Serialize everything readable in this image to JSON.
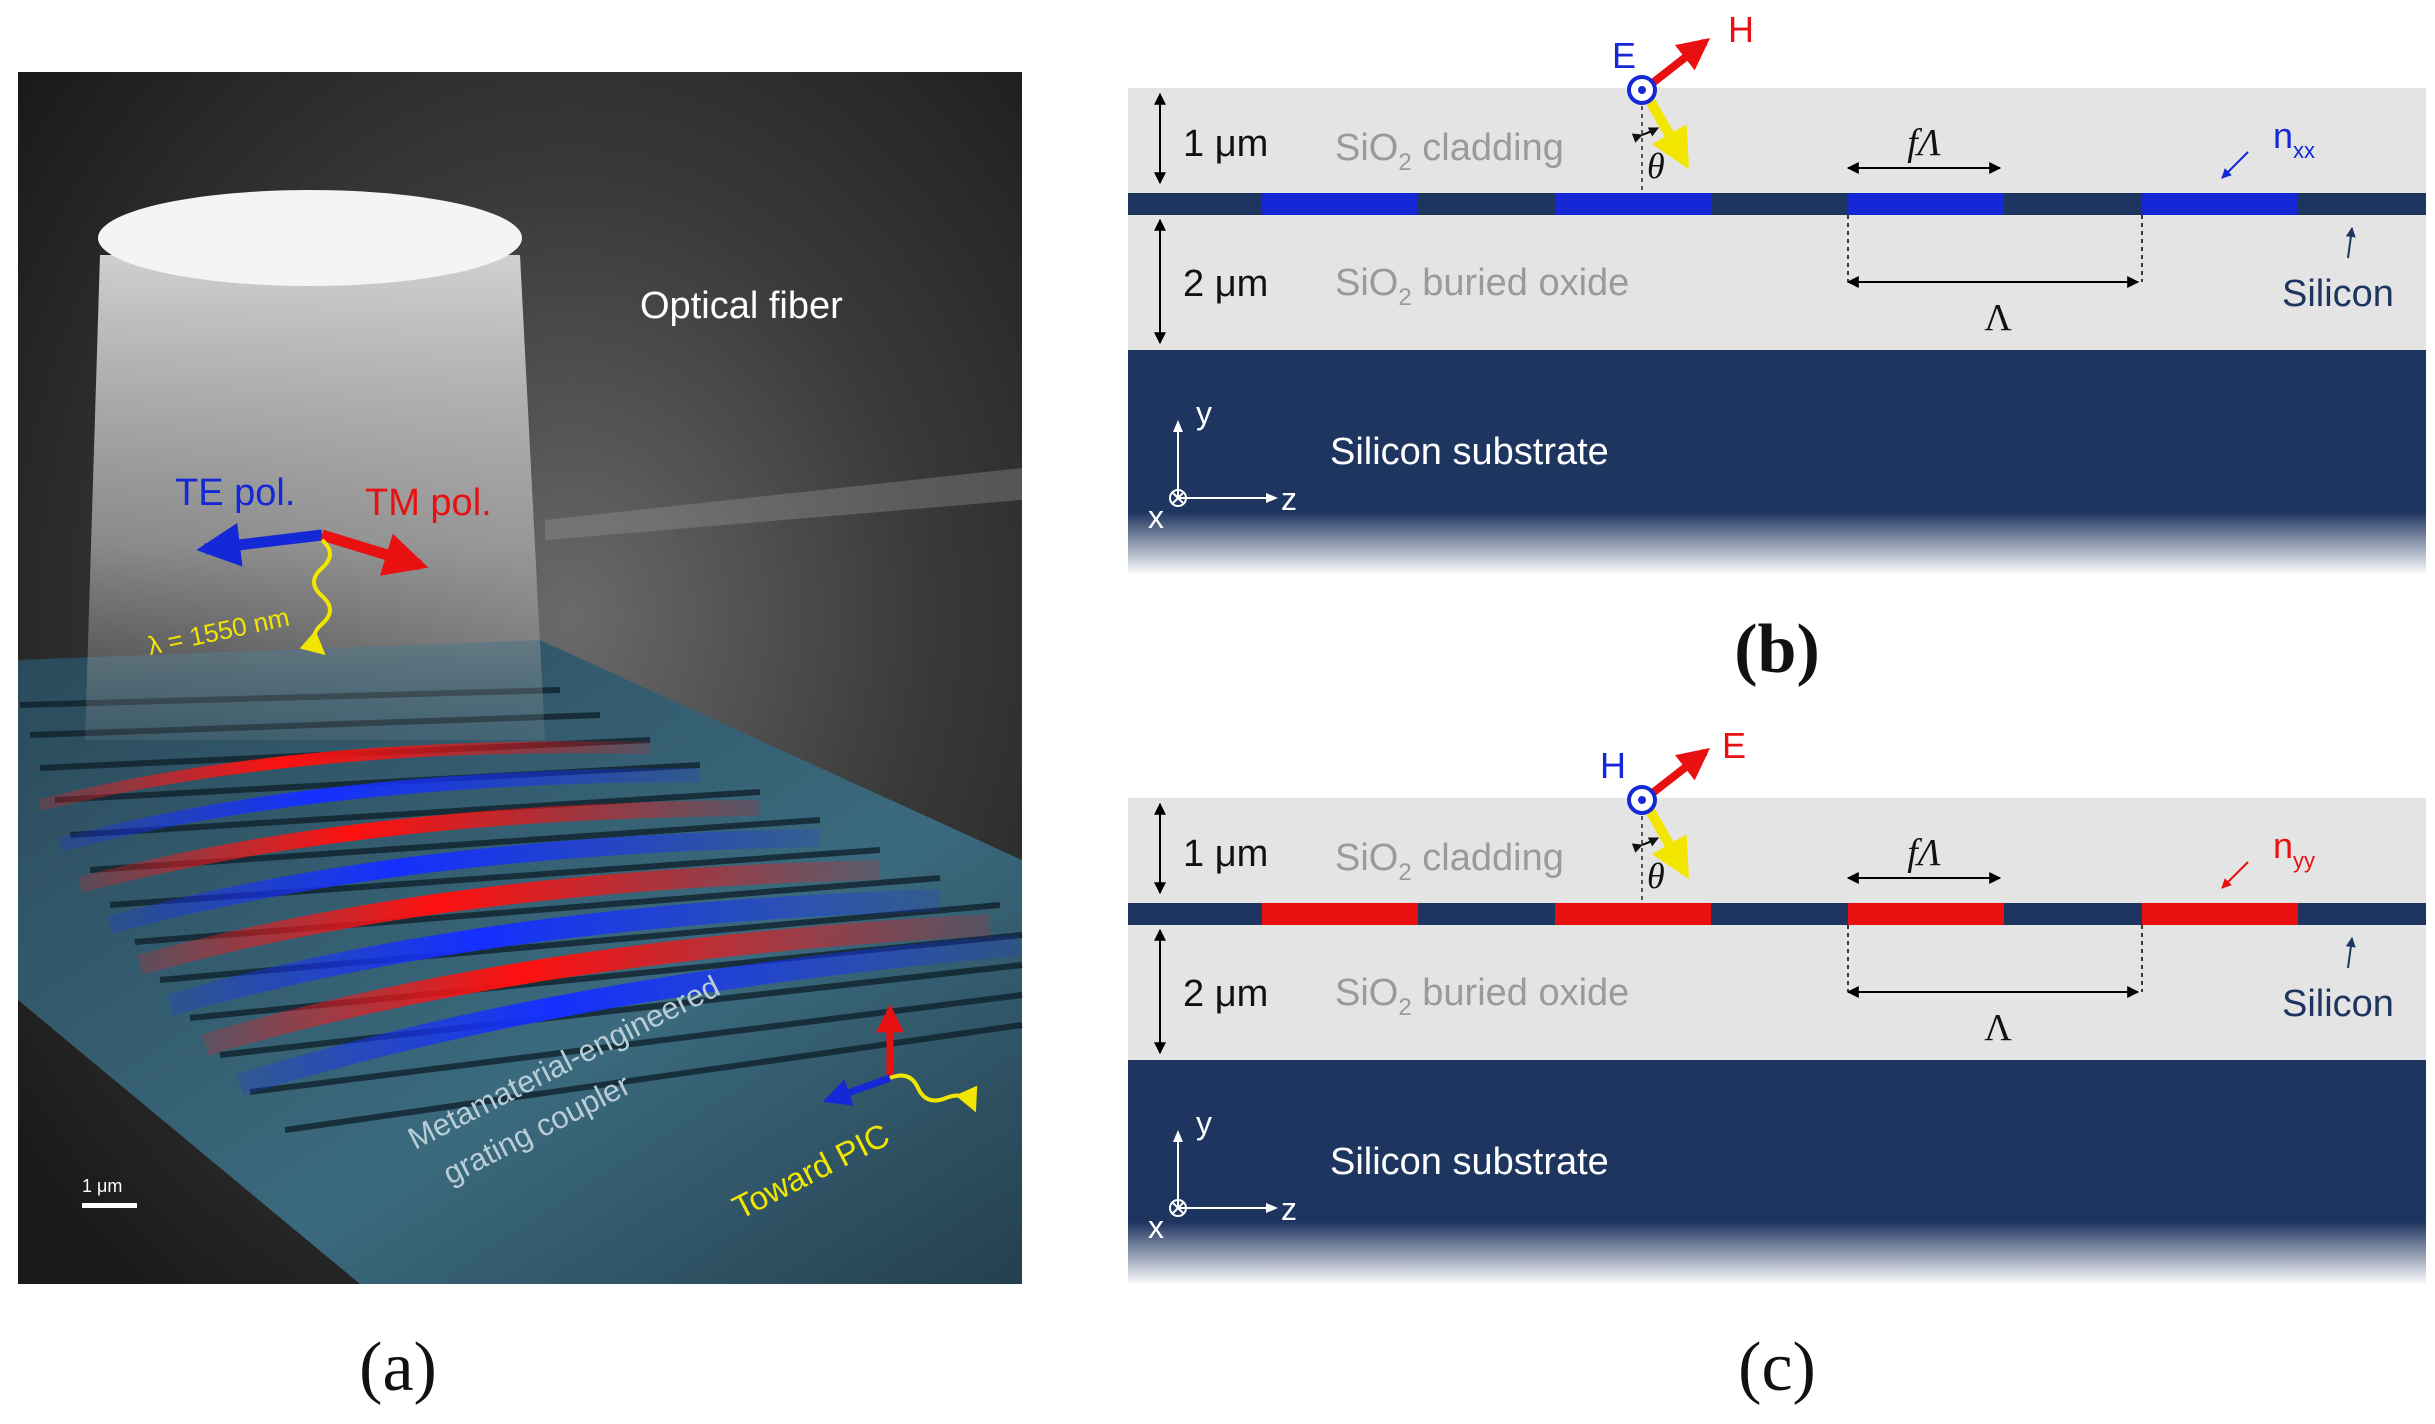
{
  "panel_a": {
    "optical_fiber": "Optical fiber",
    "te_pol": "TE pol.",
    "tm_pol": "TM pol.",
    "wavelength": "λ = 1550 nm",
    "coupler_line1": "Metamaterial-engineered",
    "coupler_line2": "grating coupler",
    "toward_pic": "Toward PIC",
    "scale_bar": "1 μm",
    "caption": "(a)"
  },
  "panel_b": {
    "field_main": "E",
    "field_other": "H",
    "theta": "θ",
    "cladding_thickness": "1 μm",
    "box_thickness": "2 μm",
    "cladding_pre": "SiO",
    "cladding_sub": "2",
    "cladding_post": " cladding",
    "box_pre": "SiO",
    "box_sub": "2",
    "box_post": " buried oxide",
    "fill_factor": "fΛ",
    "period": "Λ",
    "index_base": "n",
    "index_sub": "xx",
    "silicon": "Silicon",
    "substrate": "Silicon substrate",
    "axis_y": "y",
    "axis_z": "z",
    "axis_x": "x",
    "caption": "(b)"
  },
  "panel_c": {
    "field_main": "H",
    "field_other": "E",
    "theta": "θ",
    "cladding_thickness": "1 μm",
    "box_thickness": "2 μm",
    "cladding_pre": "SiO",
    "cladding_sub": "2",
    "cladding_post": " cladding",
    "box_pre": "SiO",
    "box_sub": "2",
    "box_post": " buried oxide",
    "fill_factor": "fΛ",
    "period": "Λ",
    "index_base": "n",
    "index_sub": "yy",
    "silicon": "Silicon",
    "substrate": "Silicon substrate",
    "axis_y": "y",
    "axis_z": "z",
    "axis_x": "x",
    "caption": "(c)"
  },
  "colors": {
    "navy": "#1e3560",
    "cladding_gray": "#e4e4e4",
    "te_blue": "#1428d8",
    "tm_red": "#e81010",
    "yellow": "#f2e600"
  }
}
